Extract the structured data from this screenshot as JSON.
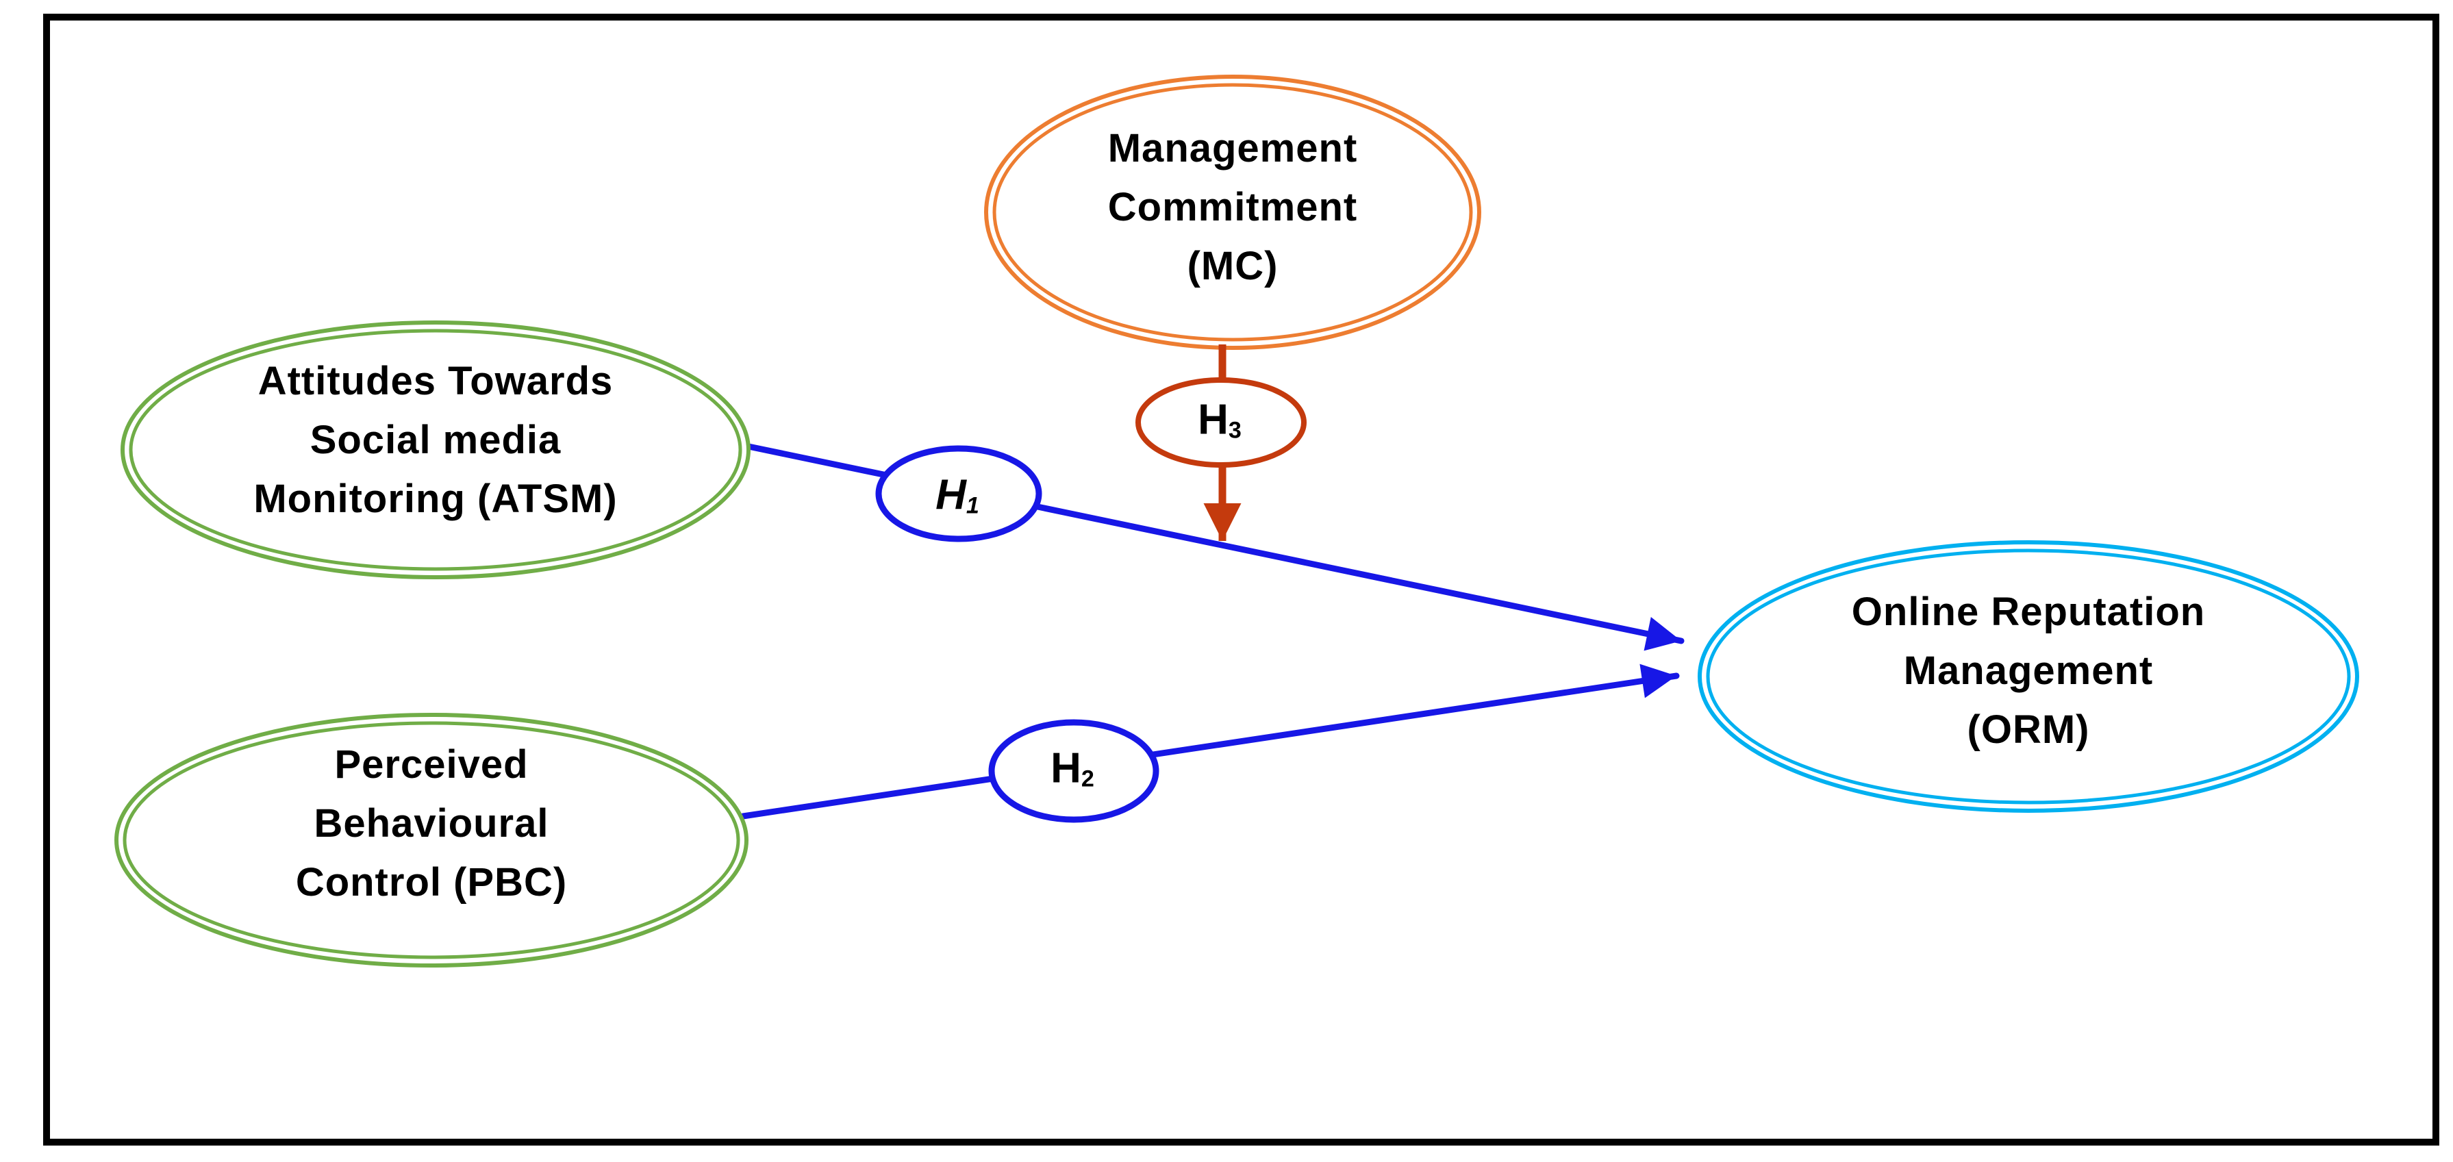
{
  "figure": {
    "type": "conceptual-model-diagram",
    "description": "Hypothesized research model linking ATSM, PBC and MC to Online Reputation Management"
  },
  "colors": {
    "frame": "#000000",
    "text": "#000000",
    "green": "#70AD47",
    "orange": "#ED7D31",
    "red": "#C43A0D",
    "blue": "#1717E6",
    "cyan": "#00B0F0",
    "node_fill": "#FFFFFF"
  },
  "nodes": {
    "atsm": {
      "label": "Attitudes Towards\nSocial media\nMonitoring (ATSM)",
      "abbr": "ATSM",
      "border_color": "#70AD47"
    },
    "pbc": {
      "label": "Perceived\nBehavioural\nControl (PBC)",
      "abbr": "PBC",
      "border_color": "#70AD47"
    },
    "mc": {
      "label": "Management\nCommitment\n(MC)",
      "abbr": "MC",
      "border_color": "#ED7D31"
    },
    "orm": {
      "label": "Online Reputation\nManagement\n(ORM)",
      "abbr": "ORM",
      "border_color": "#00B0F0"
    }
  },
  "hypotheses": {
    "h1": {
      "symbol": "H",
      "sub": "1",
      "border_color": "#1717E6"
    },
    "h2": {
      "symbol": "H",
      "sub": "2",
      "border_color": "#1717E6"
    },
    "h3": {
      "symbol": "H",
      "sub": "3",
      "border_color": "#C43A0D"
    }
  },
  "relationships": [
    {
      "hypothesis": "H1",
      "from": "ATSM",
      "to": "ORM",
      "style": "blue solid arrow"
    },
    {
      "hypothesis": "H2",
      "from": "PBC",
      "to": "ORM",
      "style": "blue solid arrow"
    },
    {
      "hypothesis": "H3",
      "from": "MC",
      "to": "ATSM-ORM path",
      "style": "red solid arrow (moderating)"
    }
  ]
}
